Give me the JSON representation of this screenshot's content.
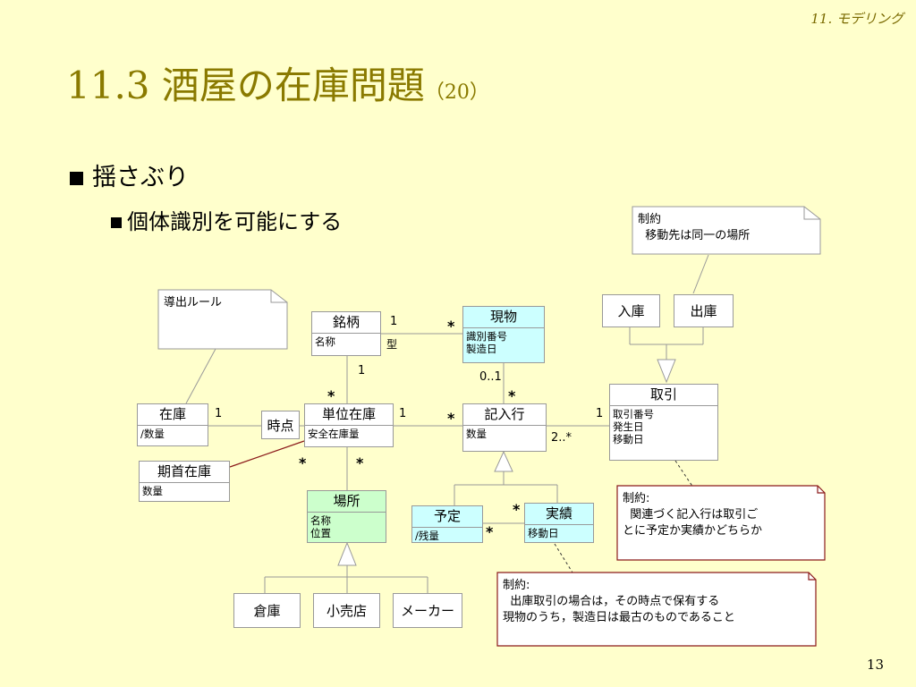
{
  "header": {
    "section_tag": "11. モデリング"
  },
  "title": {
    "main": "11.3 酒屋の在庫問題",
    "sub": "（20）"
  },
  "bullets": {
    "level1": "揺さぶり",
    "level2": "個体識別を可能にする"
  },
  "notes": {
    "top_right": "制約\n  移動先は同一の場所",
    "derivation": "導出ルール",
    "middle_right": "制約:\n  関連づく記入行は取引ご\nとに予定か実績かどちらか",
    "bottom": "制約:\n  出庫取引の場合は，その時点で保有する\n現物のうち，製造日は最古のものであること"
  },
  "classes": {
    "meigara": {
      "name": "銘柄",
      "attrs": "名称"
    },
    "genbutsu": {
      "name": "現物",
      "attrs": "識別番号\n製造日"
    },
    "zaiko": {
      "name": "在庫",
      "attrs": "/数量"
    },
    "kishu": {
      "name": "期首在庫",
      "attrs": "数量"
    },
    "tani": {
      "name": "単位在庫",
      "attrs": "安全在庫量"
    },
    "kinyu": {
      "name": "記入行",
      "attrs": "数量"
    },
    "torihiki": {
      "name": "取引",
      "attrs": "取引番号\n発生日\n移動日"
    },
    "basho": {
      "name": "場所",
      "attrs": "名称\n位置"
    },
    "yotei": {
      "name": "予定",
      "attrs": "/残量"
    },
    "jisseki": {
      "name": "実績",
      "attrs": "移動日"
    }
  },
  "simple_boxes": {
    "nyuko": "入庫",
    "shukko": "出庫",
    "jiten": "時点",
    "souko": "倉庫",
    "kouriten": "小売店",
    "maker": "メーカー"
  },
  "labels": {
    "kata": "型",
    "m_meigara_genbutsu_1": "1",
    "m_meigara_genbutsu_star": "*",
    "m_meigara_tani_1": "1",
    "m_meigara_tani_star": "*",
    "m_genbutsu_kinyu_01": "0..1",
    "m_genbutsu_kinyu_star": "*",
    "m_zaiko_1": "1",
    "m_tani_kinyu_1": "1",
    "m_tani_kinyu_star": "*",
    "m_torihiki_1": "1",
    "m_torihiki_2n": "2..*",
    "m_tani_star_left": "*",
    "m_tani_star_right": "*",
    "m_jisseki_star": "*",
    "m_yotei_star": "*"
  },
  "page_number": "13"
}
